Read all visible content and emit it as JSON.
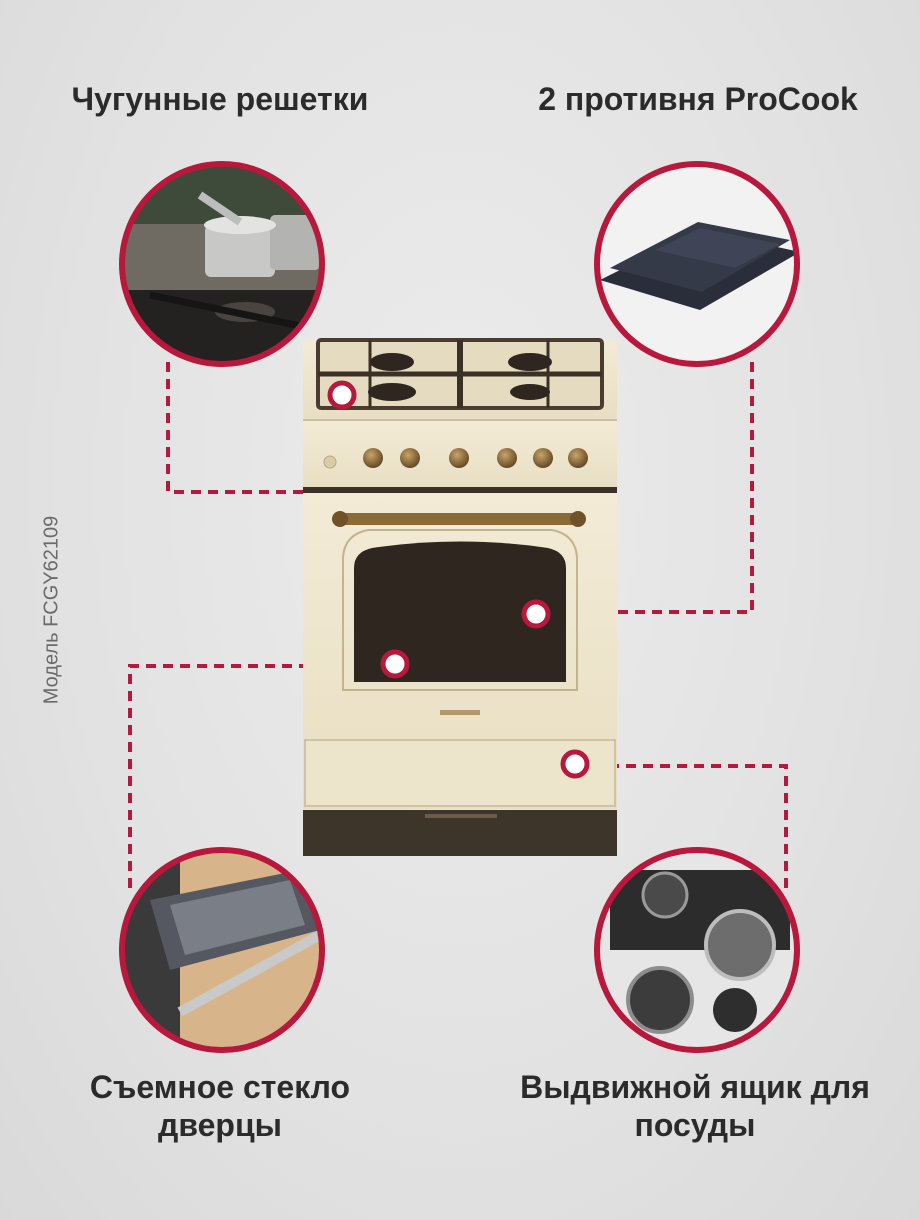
{
  "features": {
    "grates": "Чугунные решетки",
    "trays": "2 противня ProCook",
    "door_glass": "Съемное стекло дверцы",
    "drawer": "Выдвижной ящик для посуды"
  },
  "model_label": "Модель FCGY62109",
  "icons": [
    "pot-on-burner-photo",
    "baking-trays-photo",
    "oven-door-photo",
    "drawer-pans-photo"
  ],
  "colors": {
    "accent": "#b8183c",
    "cream": "#efe6cf",
    "brass": "#8a6a35",
    "dark": "#3a3128"
  }
}
